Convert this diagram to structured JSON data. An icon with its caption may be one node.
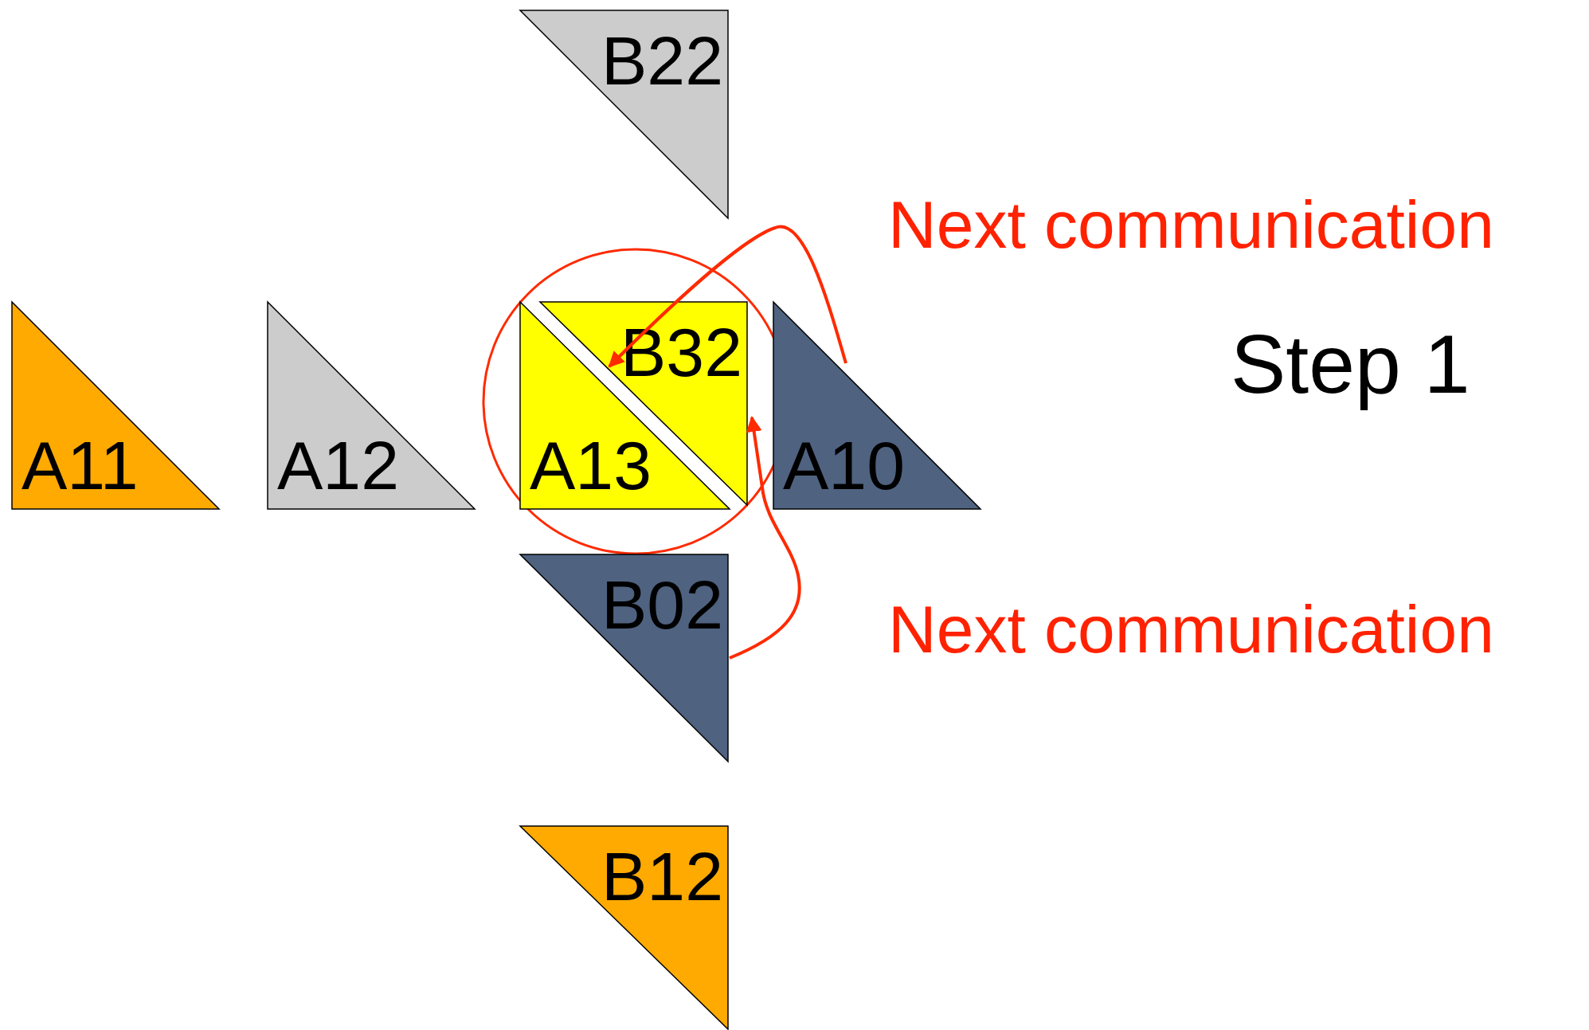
{
  "diagram": {
    "nodes": [
      {
        "text": [
          "B22"
        ]
      },
      {
        "text": [
          "A11"
        ]
      },
      {
        "text": [
          "A12"
        ]
      },
      {
        "text": [
          "A13"
        ]
      },
      {
        "text": [
          "B32"
        ]
      },
      {
        "text": [
          "A10"
        ]
      },
      {
        "text": [
          "B02"
        ]
      },
      {
        "text": [
          "B12"
        ]
      }
    ],
    "edges": [
      {
        "from": 5,
        "to": 4,
        "arrow": "to"
      },
      {
        "from": 6,
        "to": 4,
        "arrow": "to"
      }
    ],
    "labels": [
      "Next communication",
      "Step 1",
      "Next communication"
    ]
  }
}
